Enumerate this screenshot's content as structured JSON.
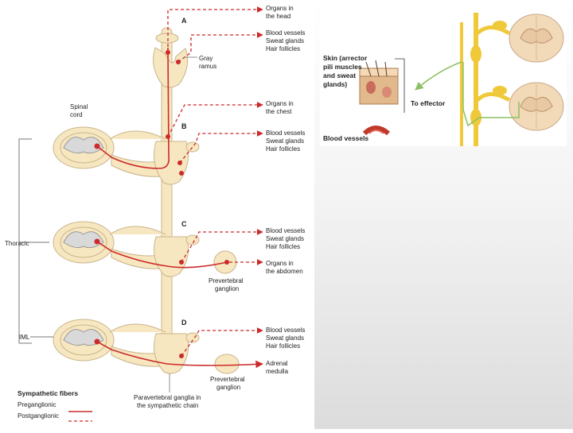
{
  "left_figure": {
    "sections": {
      "a": "A",
      "b": "B",
      "c": "C",
      "d": "D"
    },
    "targets_a": [
      "Organs in",
      "the head"
    ],
    "skin_targets": [
      "Blood vessels",
      "Sweat glands",
      "Hair follicles"
    ],
    "gray_ramus": [
      "Gray",
      "ramus"
    ],
    "spinal_cord": [
      "Spinal",
      "cord"
    ],
    "targets_b": [
      "Organs in",
      "the chest"
    ],
    "targets_c": [
      "Organs in",
      "the abdomen"
    ],
    "prevertebral_c": [
      "Prevertebral",
      "ganglion"
    ],
    "targets_d": [
      "Adrenal",
      "medulla"
    ],
    "prevertebral_d": [
      "Prevertebral",
      "ganglion"
    ],
    "thoracic": "Thoracic",
    "iml": "IML",
    "legend": {
      "title": "Sympathetic fibers",
      "preganglionic": "Preganglionic",
      "postganglionic": "Postganglionic"
    },
    "paravertebral": [
      "Paravertebral ganglia in",
      "the sympathetic chain"
    ]
  },
  "right_figure": {
    "skin": [
      "Skin (arrector",
      "pili muscles",
      "and sweat",
      "glands)"
    ],
    "to_effector": "To effector",
    "blood_vessels": "Blood vessels"
  },
  "colors": {
    "preganglionic": "#cc2a2a",
    "postganglionic": "#d23a3a",
    "ganglion": "#f7e7c0",
    "effector_path": "#8cc063"
  }
}
